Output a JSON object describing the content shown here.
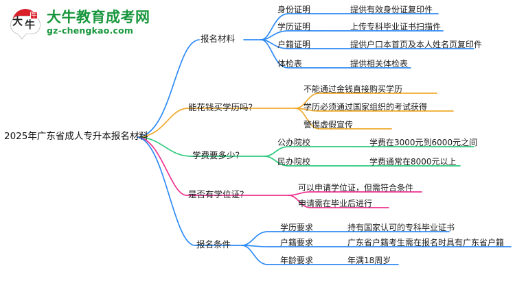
{
  "logo": {
    "mark_chars": "大牛",
    "badge": "牛",
    "title": "大牛教育成考网",
    "subtitle": "gz-chengkao.com",
    "brand_color": "#17963c",
    "accent_color": "#d9202a"
  },
  "mindmap": {
    "root": {
      "label": "2025年广东省成人专升本报名材料"
    },
    "branches": [
      {
        "label": "报名材料",
        "color": "#2E8BF5",
        "children": [
          {
            "label": "身份证明",
            "detail": "提供有效身份证复印件"
          },
          {
            "label": "学历证明",
            "detail": "上传专科毕业证书扫描件"
          },
          {
            "label": "户籍证明",
            "detail": "提供户口本首页及本人姓名页复印件"
          },
          {
            "label": "体检表",
            "detail": "提供相关体检表"
          }
        ]
      },
      {
        "label": "能花钱买学历吗？",
        "color": "#EFA92B",
        "children": [
          {
            "label": "不能通过金钱直接购买学历",
            "detail": ""
          },
          {
            "label": "学历必须通过国家组织的考试获得",
            "detail": ""
          },
          {
            "label": "警惕虚假宣传",
            "detail": ""
          }
        ]
      },
      {
        "label": "学费要多少？",
        "color": "#2BC97C",
        "children": [
          {
            "label": "公办院校",
            "detail": "学费在3000元到6000元之间"
          },
          {
            "label": "民办院校",
            "detail": "学费通常在8000元以上"
          }
        ]
      },
      {
        "label": "是否有学位证？",
        "color": "#EE3190",
        "children": [
          {
            "label": "可以申请学位证，但需符合条件",
            "detail": ""
          },
          {
            "label": "申请需在毕业后进行",
            "detail": ""
          }
        ]
      },
      {
        "label": "报名条件",
        "color": "#2E8BF5",
        "children": [
          {
            "label": "学历要求",
            "detail": "持有国家认可的专科毕业证书"
          },
          {
            "label": "户籍要求",
            "detail": "广东省户籍考生需在报名时具有广东省户籍"
          },
          {
            "label": "年龄要求",
            "detail": "年满18周岁"
          }
        ]
      }
    ]
  }
}
